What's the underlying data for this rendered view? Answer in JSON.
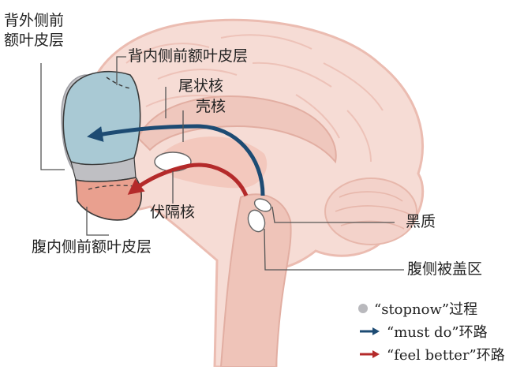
{
  "labels": {
    "dlpfc_line1": "背外侧前",
    "dlpfc_line2": "额叶皮层",
    "dmpfc": "背内侧前额叶皮层",
    "caudate": "尾状核",
    "putamen": "壳核",
    "nacc": "伏隔核",
    "snc": "黑质",
    "vta": "腹侧被盖区",
    "vmpfc": "腹内侧前额叶皮层"
  },
  "legend": {
    "stop": "“stopnow”过程",
    "must": "“must do”环路",
    "feel": "“feel better”环路"
  },
  "colors": {
    "brain_fill": "#f6dcd5",
    "brain_outline": "#ebbcb1",
    "dmpfc_fill": "#a9c9d4",
    "vmpfc_fill": "#e9a08f",
    "gray_region": "#bfbfc3",
    "must_do_arrow": "#1d4b73",
    "feel_better_arrow": "#b42a2a",
    "leader_line": "#555555"
  }
}
